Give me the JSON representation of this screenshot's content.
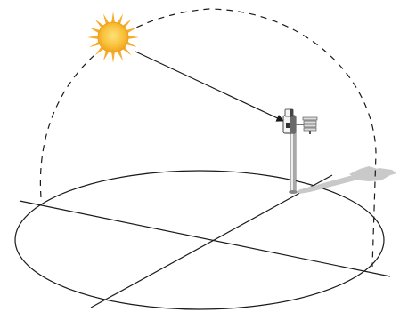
{
  "diagram": {
    "type": "sun-path-illustration",
    "elements": [
      "sun-icon",
      "sun-path-arc",
      "sun-ray-arrow",
      "weather-station-mast",
      "station-shadow",
      "horizon-ellipse",
      "compass-axes"
    ]
  },
  "colors": {
    "sun_rays": "#f5ae2b",
    "sun_body_outer": "#f7b733",
    "sun_body_inner": "#fdd867",
    "line": "#1a1a1a",
    "shadow": "#c8c8c8",
    "mast_light": "#f0f0f0",
    "mast_shade": "#9a9a9a"
  }
}
